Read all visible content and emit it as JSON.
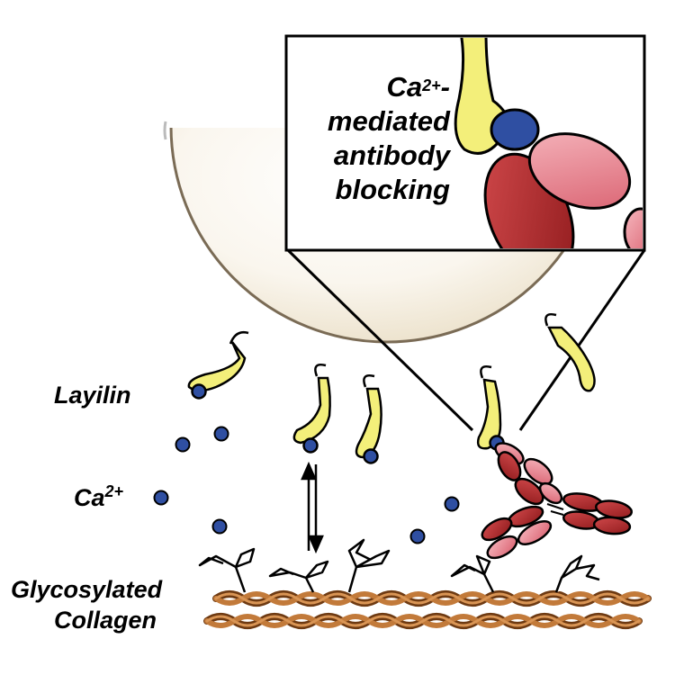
{
  "labels": {
    "layilin": "Layilin",
    "calcium_base": "Ca",
    "calcium_charge": "2+",
    "glycosylated": "Glycosylated",
    "collagen": "Collagen"
  },
  "inset": {
    "line1_base": "Ca",
    "line1_charge": "2+",
    "line1_suffix": "-",
    "line2": "mediated",
    "line3": "antibody",
    "line4": "blocking"
  },
  "colors": {
    "layilin": "#f3ef7a",
    "calcium": "#2f4fa2",
    "antibody_light": "#e67d8a",
    "antibody_dark": "#b2262a",
    "collagen": "#b76a2d",
    "cell_fill": "#f6f0e2"
  },
  "icons": [
    "layilin-receptor-icon",
    "calcium-ion-icon",
    "antibody-icon",
    "collagen-fiber-icon",
    "glycan-icon",
    "equilibrium-arrows-icon"
  ]
}
